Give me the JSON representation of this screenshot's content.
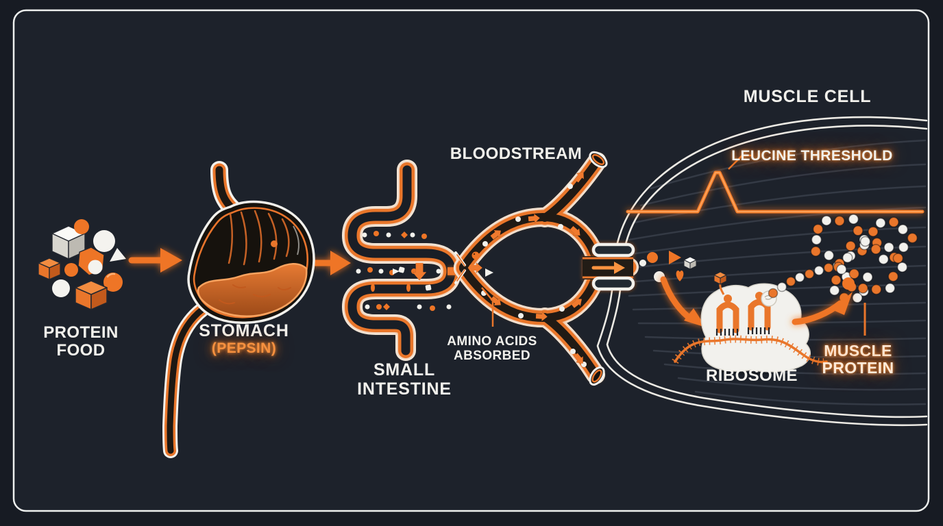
{
  "palette": {
    "background": "#1d222b",
    "accent_orange": "#ef7525",
    "line_white": "#f2f1ec"
  },
  "labels": {
    "protein_food_1": "PROTEIN",
    "protein_food_2": "FOOD",
    "stomach": "STOMACH",
    "pepsin": "(PEPSIN)",
    "small_intestine_1": "SMALL",
    "small_intestine_2": "INTESTINE",
    "amino_1": "AMINO ACIDS",
    "amino_2": "ABSORBED",
    "bloodstream": "BLOODSTREAM",
    "muscle_cell": "MUSCLE CELL",
    "leucine_threshold": "LEUCINE THRESHOLD",
    "ribosome": "RIBOSOME",
    "muscle_protein_1": "MUSCLE",
    "muscle_protein_2": "PROTEIN"
  }
}
